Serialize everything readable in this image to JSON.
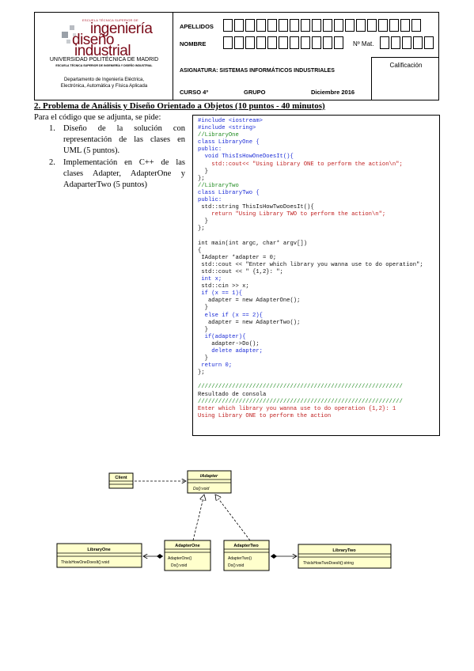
{
  "header": {
    "logo": {
      "top_text": "ESCUELA TÉCNICA SUPERIOR DE",
      "line1": "ingeniería",
      "line2": "diseño",
      "line3": "industrial"
    },
    "university": "UNIVERSIDAD POLITÉCNICA DE MADRID",
    "school": "ESCUELA TÉCNICA SUPERIOR DE INGENIERÍA Y DISEÑO INDUSTRIAL",
    "department_line1": "Departamento de Ingeniería Eléctrica,",
    "department_line2": "Electrónica, Automática y Física Aplicada",
    "apellidos_label": "APELLIDOS",
    "nombre_label": "NOMBRE",
    "mat_label": "Nº Mat.",
    "asignatura": "ASIGNATURA: SISTEMAS INFORMÁTICOS INDUSTRIALES",
    "curso": "CURSO 4º",
    "grupo": "GRUPO",
    "fecha": "Diciembre 2016",
    "calificacion": "Calificación"
  },
  "problem": {
    "title": "2. Problema de Análisis y Diseño Orientado a Objetos (10 puntos - 40 minutos)",
    "intro": "Para el código que se adjunta, se pide:",
    "items": [
      {
        "num": "1.",
        "text": "Diseño de la solución con representación de las clases en UML (5 puntos)."
      },
      {
        "num": "2.",
        "text": "Implementación en C++ de las clases Adapter, AdapterOne y AdaparterTwo (5 puntos)"
      }
    ]
  },
  "code": {
    "l01": "#include <iostream>",
    "l02": "#include <string>",
    "l03": "//LibraryOne",
    "l04": "class LibraryOne {",
    "l05": "public:",
    "l06": "  void ThisIsHowOneDoesIt(){",
    "l07": "    std::cout<< \"Using Library ONE to perform the action\\n\";",
    "l08": "  }",
    "l09": "};",
    "l10": "//LibraryTwo",
    "l11": "class LibraryTwo {",
    "l12": "public:",
    "l13": " std::string ThisIsHowTwoDoesIt(){",
    "l14": "    return \"Using Library TWO to perform the action\\n\";",
    "l15": "  }",
    "l16": "};",
    "l17": "",
    "l18": "int main(int argc, char* argv[])",
    "l19": "{",
    "l20": " IAdapter *adapter = 0;",
    "l21": " std::cout << \"Enter which library you wanna use to do operation\";",
    "l22": " std::cout << \" {1,2}: \";",
    "l23": " int x;",
    "l24": " std::cin >> x;",
    "l25": " if (x == 1){",
    "l26": "   adapter = new AdapterOne();",
    "l27": "  }",
    "l28": "  else if (x == 2){",
    "l29": "   adapter = new AdapterTwo();",
    "l30": "  }",
    "l31": "  if(adapter){",
    "l32": "    adapter->Do();",
    "l33": "    delete adapter;",
    "l34": "  }",
    "l35": " return 0;",
    "l36": "};",
    "l37": "",
    "l38": "////////////////////////////////////////////////////////////",
    "l39": "Resultado de consola",
    "l40": "////////////////////////////////////////////////////////////",
    "l41": "Enter which library you wanna use to do operation {1,2}: 1",
    "l42": "Using Library ONE to perform the action"
  },
  "uml": {
    "client": "Client",
    "iadapter": "IAdapter",
    "iadapter_op": "Do():void",
    "library_one": "LibraryOne",
    "library_one_op": "ThisIsHowOneDoesIt():void",
    "adapter_one": "AdapterOne",
    "adapter_one_op1": "AdapterOne()",
    "adapter_one_op2": "Do():void",
    "adapter_two": "AdapterTwo",
    "adapter_two_op1": "AdapterTwo()",
    "adapter_two_op2": "Do():void",
    "library_two": "LibraryTwo",
    "library_two_op": "ThisIsHowTwoDoesIt():string",
    "box_fill": "#ffffcc",
    "line_color": "#000000"
  }
}
